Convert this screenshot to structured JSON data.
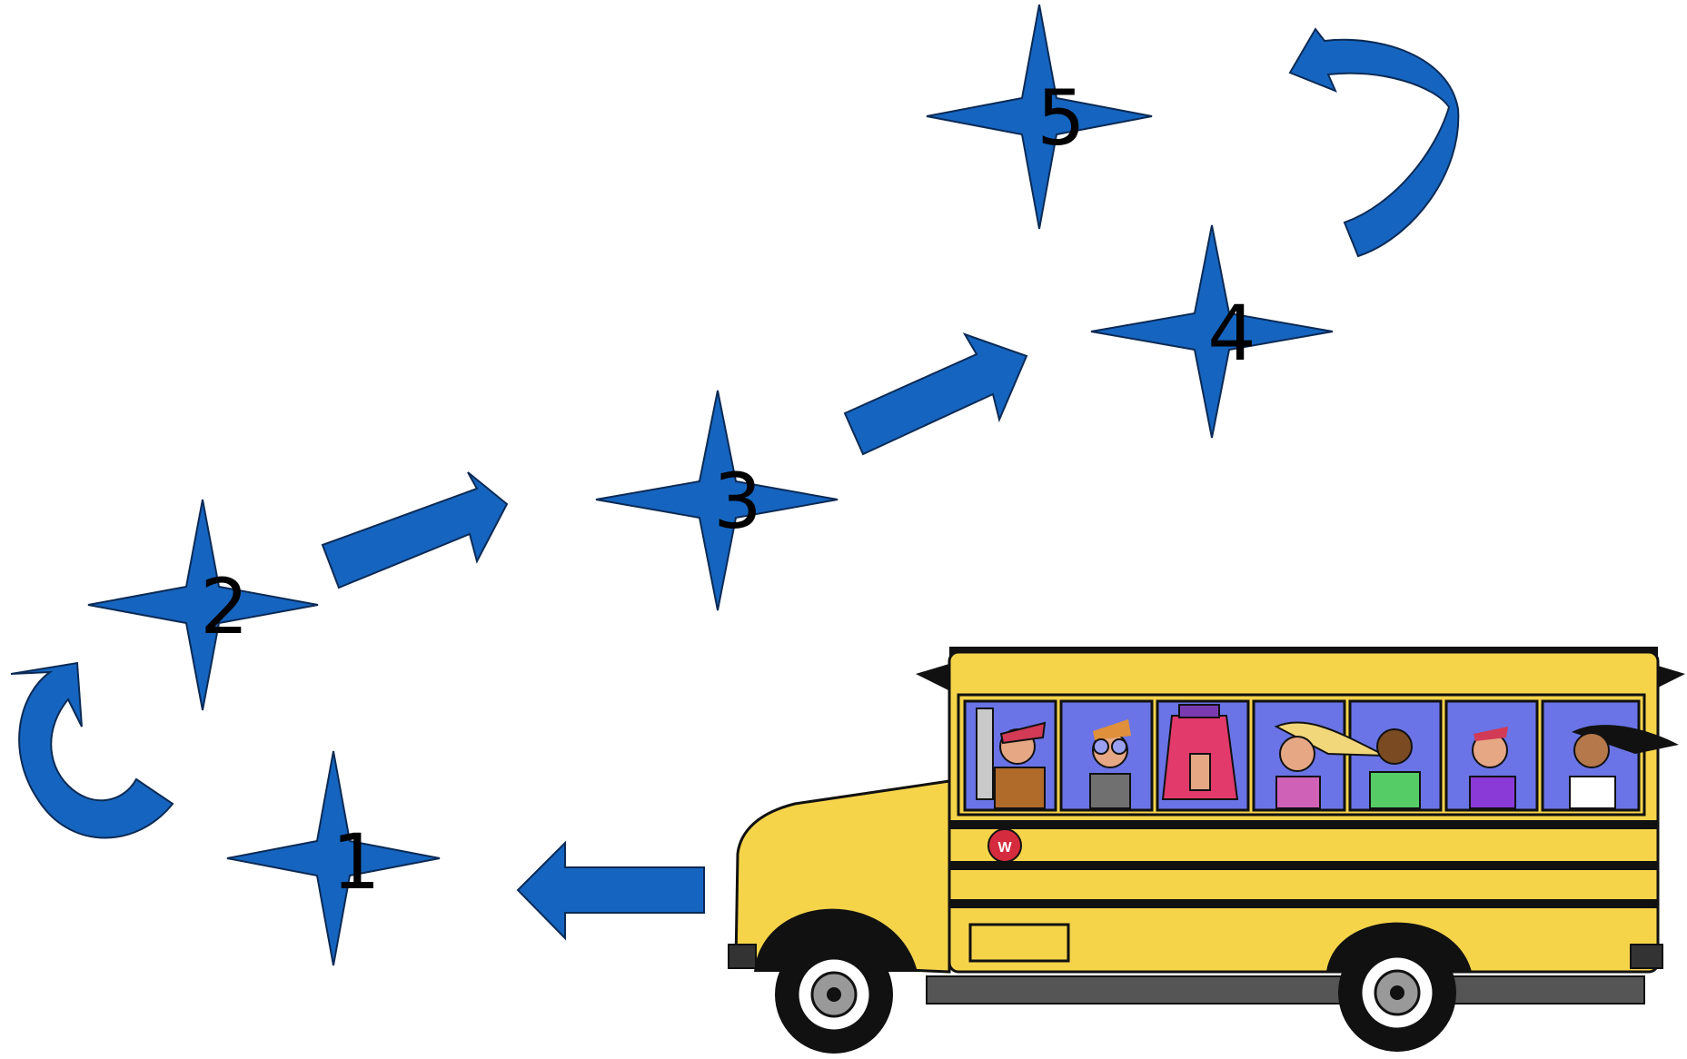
{
  "diagram": {
    "steps": [
      {
        "label": "1"
      },
      {
        "label": "2"
      },
      {
        "label": "3"
      },
      {
        "label": "4"
      },
      {
        "label": "5"
      }
    ],
    "bus_badge": "W",
    "colors": {
      "shape_fill": "#1565c0",
      "bus_body": "#f6d44a",
      "bus_stripe": "#111111",
      "window": "#6a74e6"
    }
  }
}
